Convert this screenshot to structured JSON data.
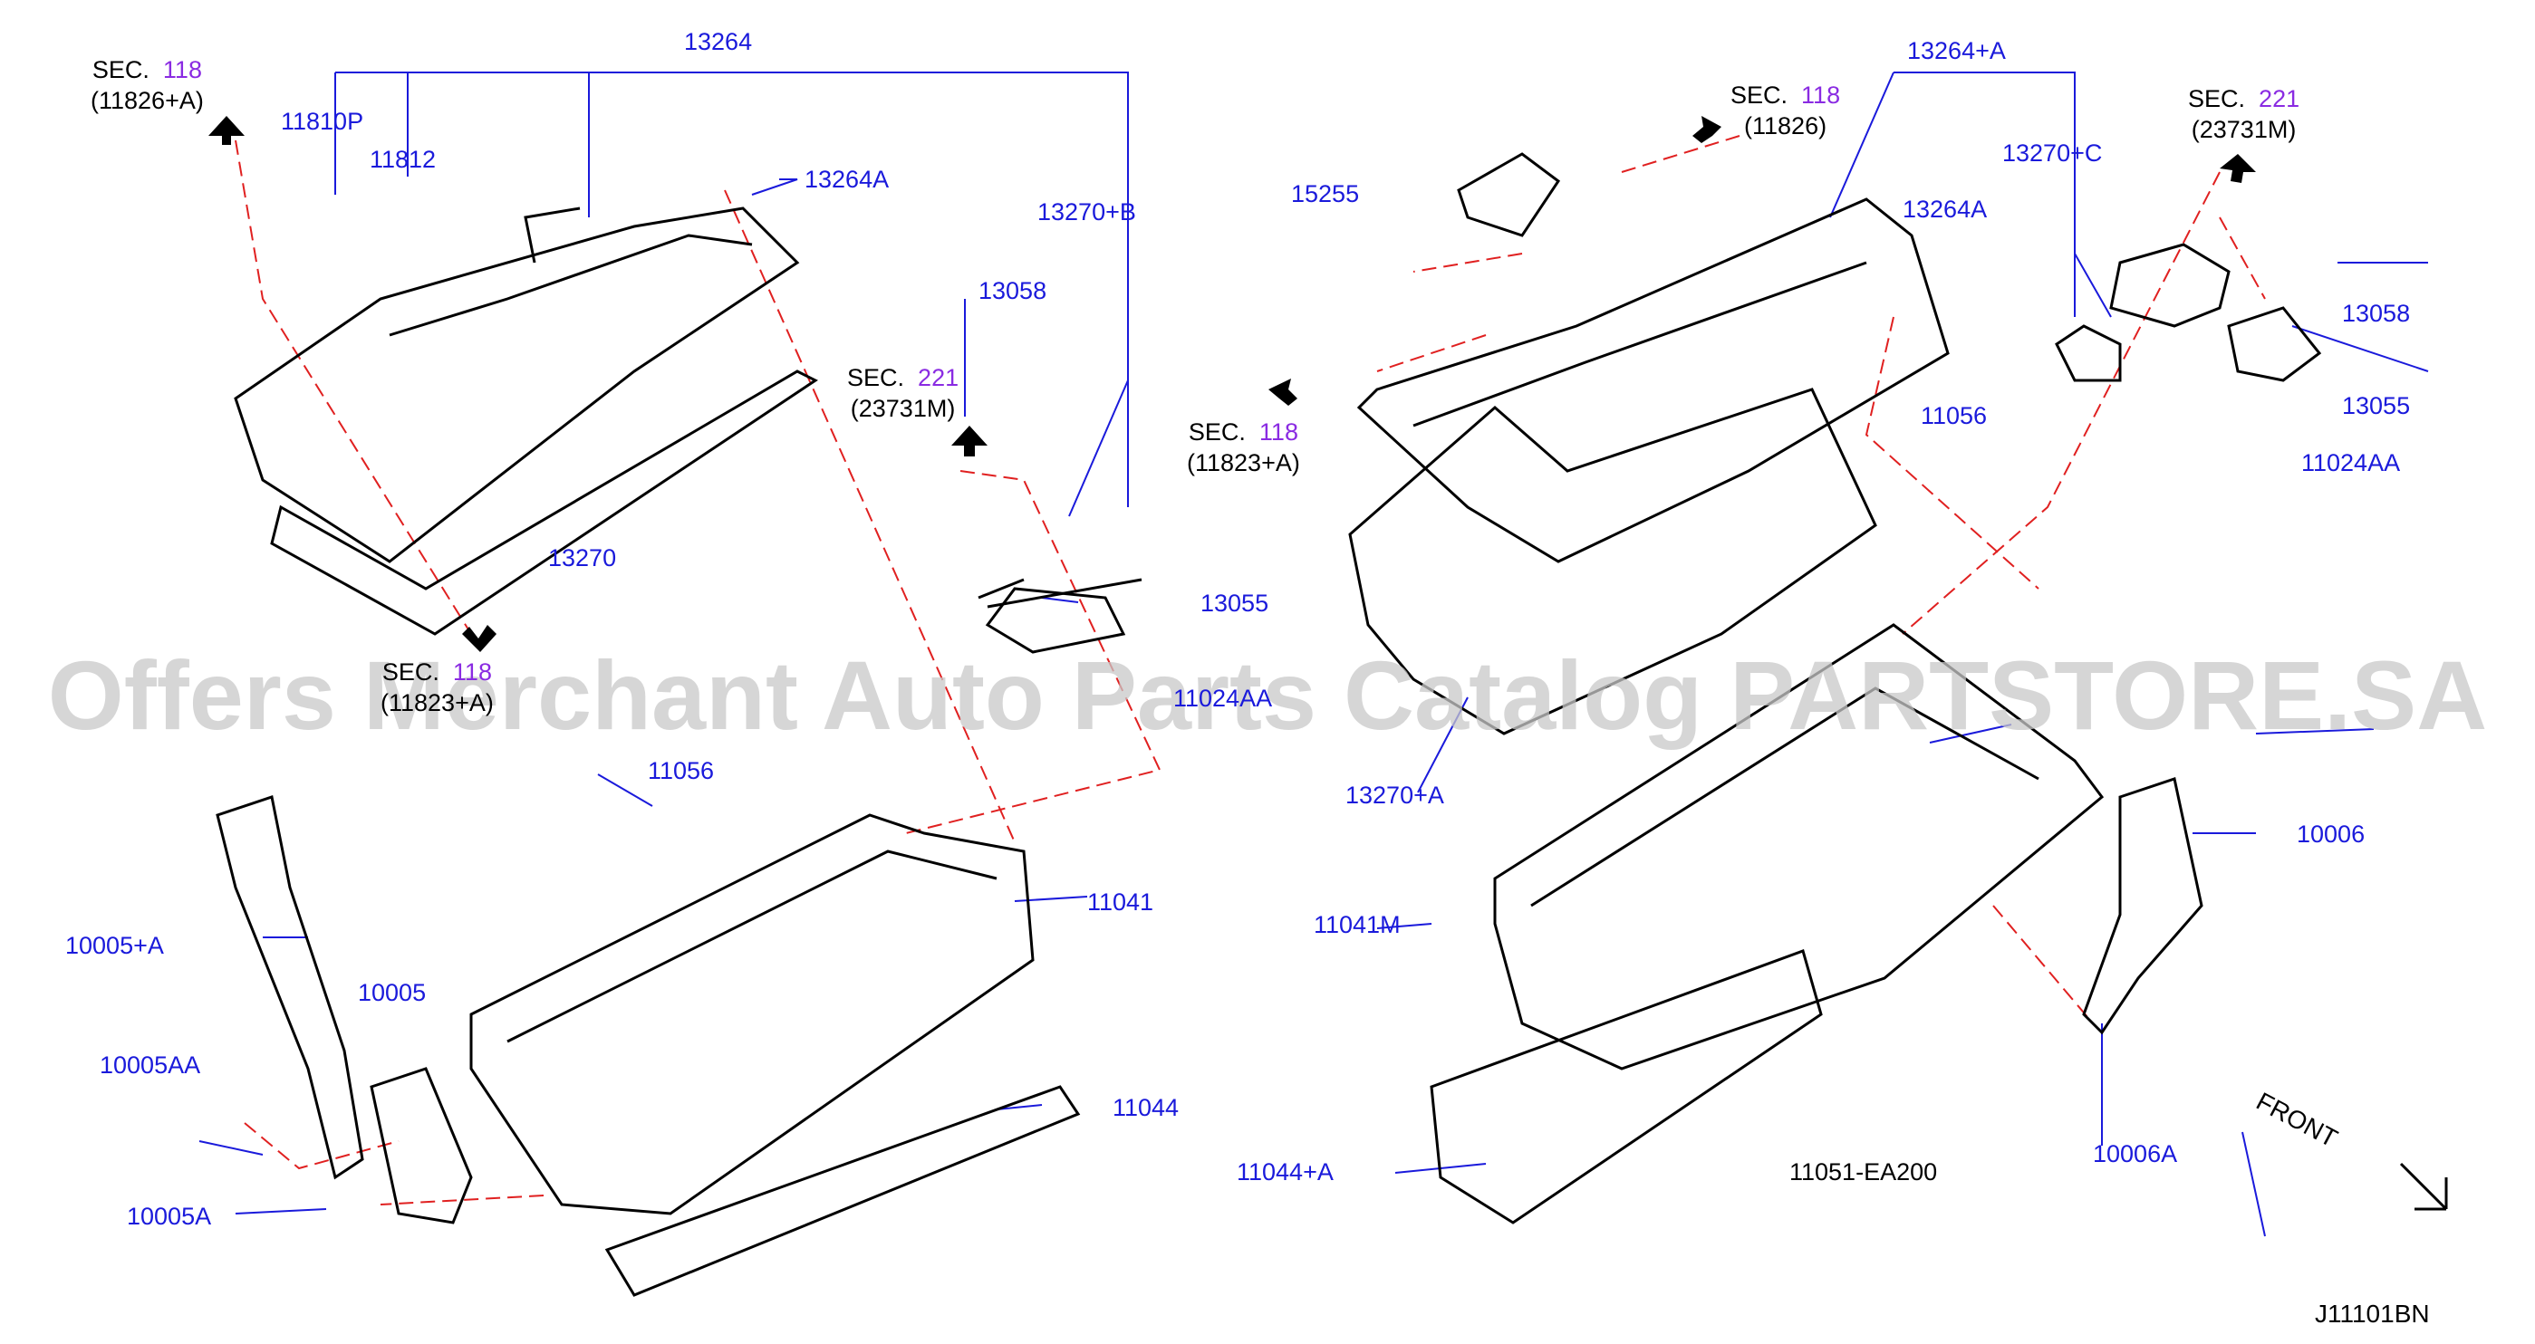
{
  "diagram": {
    "code": "J11101BN",
    "front_label": "FRONT",
    "watermark": "Offers Merchant Auto Parts Catalog PARTSTORE.SA",
    "colors": {
      "label": "#1a1adb",
      "section_number": "#8a2be2",
      "leader": "#1a1adb",
      "dashed": "#e02020",
      "outline": "#000000"
    }
  },
  "sections": [
    {
      "prefix": "SEC.",
      "number": "118",
      "sub": "(11826+A)"
    },
    {
      "prefix": "SEC.",
      "number": "221",
      "sub": "(23731M)"
    },
    {
      "prefix": "SEC.",
      "number": "118",
      "sub": "(11826)"
    },
    {
      "prefix": "SEC.",
      "number": "118",
      "sub": "(11823+A)"
    },
    {
      "prefix": "SEC.",
      "number": "221",
      "sub": "(23731M)"
    },
    {
      "prefix": "SEC.",
      "number": "118",
      "sub": "(11823+A)"
    }
  ],
  "parts": [
    "13264",
    "11810P",
    "11812",
    "13264A",
    "13270+B",
    "13058",
    "13270",
    "13055",
    "11024AA",
    "11056",
    "11041",
    "10005+A",
    "10005",
    "10005AA",
    "11044",
    "10005A",
    "13264+A",
    "15255",
    "13270+C",
    "13264A",
    "13058",
    "11056",
    "13055",
    "11024AA",
    "13270+A",
    "10006",
    "11041M",
    "11044+A",
    "11051-EA200",
    "10006A"
  ]
}
